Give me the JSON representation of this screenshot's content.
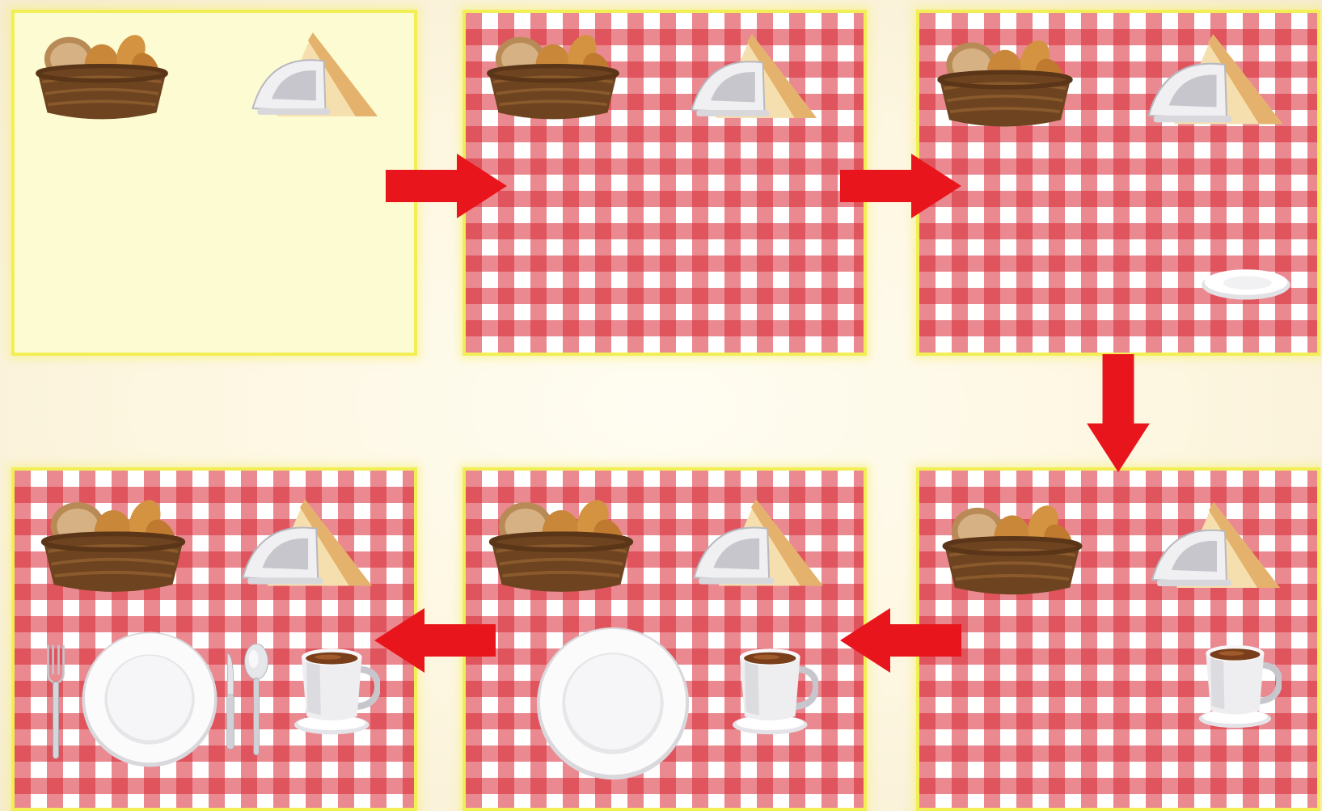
{
  "colors": {
    "arrow": "#e8161c",
    "panel_border": "#f2ee56",
    "plain_panel_fill": "#fdfbd2",
    "check_red": "#d82834",
    "check_white": "#ffffff"
  },
  "panels": [
    {
      "step": 1,
      "tablecloth": "none",
      "items": [
        "bread-basket",
        "napkin-holder"
      ]
    },
    {
      "step": 2,
      "tablecloth": "red-gingham",
      "items": [
        "bread-basket",
        "napkin-holder"
      ]
    },
    {
      "step": 3,
      "tablecloth": "red-gingham",
      "items": [
        "bread-basket",
        "napkin-holder",
        "saucer"
      ]
    },
    {
      "step": 4,
      "tablecloth": "red-gingham",
      "items": [
        "bread-basket",
        "napkin-holder",
        "tea-cup"
      ]
    },
    {
      "step": 5,
      "tablecloth": "red-gingham",
      "items": [
        "bread-basket",
        "napkin-holder",
        "plate",
        "tea-cup"
      ]
    },
    {
      "step": 6,
      "tablecloth": "red-gingham",
      "items": [
        "bread-basket",
        "napkin-holder",
        "fork",
        "plate",
        "knife",
        "spoon",
        "tea-cup"
      ]
    }
  ],
  "arrows": [
    {
      "from": 1,
      "to": 2,
      "direction": "right"
    },
    {
      "from": 2,
      "to": 3,
      "direction": "right"
    },
    {
      "from": 3,
      "to": 4,
      "direction": "down"
    },
    {
      "from": 4,
      "to": 5,
      "direction": "left"
    },
    {
      "from": 5,
      "to": 6,
      "direction": "left"
    }
  ]
}
